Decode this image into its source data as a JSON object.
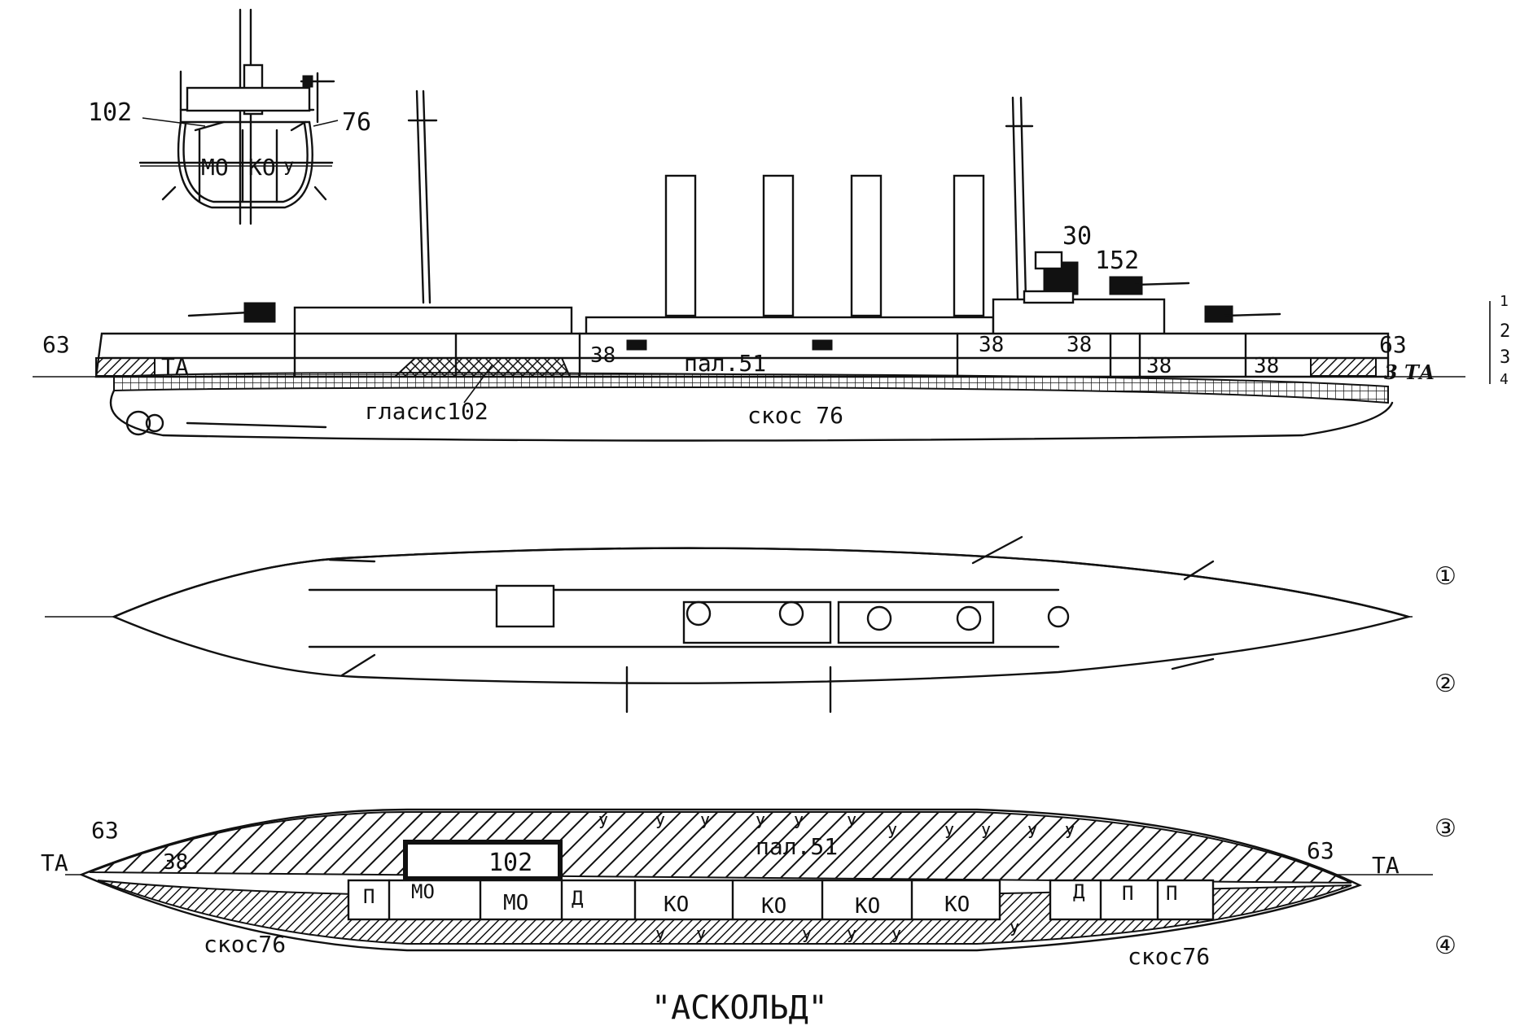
{
  "title": "\"АСКОЛЬД\"",
  "section_view": {
    "labels": {
      "gun102": "102",
      "gun76": "76",
      "mo": "МО",
      "ko": "КО",
      "u": "У"
    }
  },
  "profile_view": {
    "labels": {
      "belt_bow": "63",
      "ta_bow": "ТА",
      "belt_stern": "63",
      "ta_stern": "3 ТА",
      "cabin30": "30",
      "gun152": "152",
      "b38_1": "38",
      "b38_2": "38",
      "b38_3": "38",
      "b38_4": "38",
      "b38_5": "38",
      "deck51": "пал.51",
      "glacis": "гласис102",
      "slope": "скос 76"
    },
    "level_marks": [
      "1",
      "2",
      "3",
      "4"
    ]
  },
  "plan_view": {
    "markers": [
      "①",
      "②",
      "③",
      "④"
    ]
  },
  "armor_plan": {
    "labels": {
      "ta_left": "ТА",
      "ta_right": "ТА",
      "belt_left": "63",
      "belt_right": "63",
      "b38": "38",
      "glacis102": "102",
      "deck51": "пал.51",
      "slope_left": "скос76",
      "slope_right": "скос76"
    },
    "compartments": [
      "П",
      "МО",
      "МО",
      "Д",
      "КО",
      "КО",
      "КО",
      "КО",
      "Д",
      "П",
      "П"
    ],
    "coal_mark": "У"
  }
}
